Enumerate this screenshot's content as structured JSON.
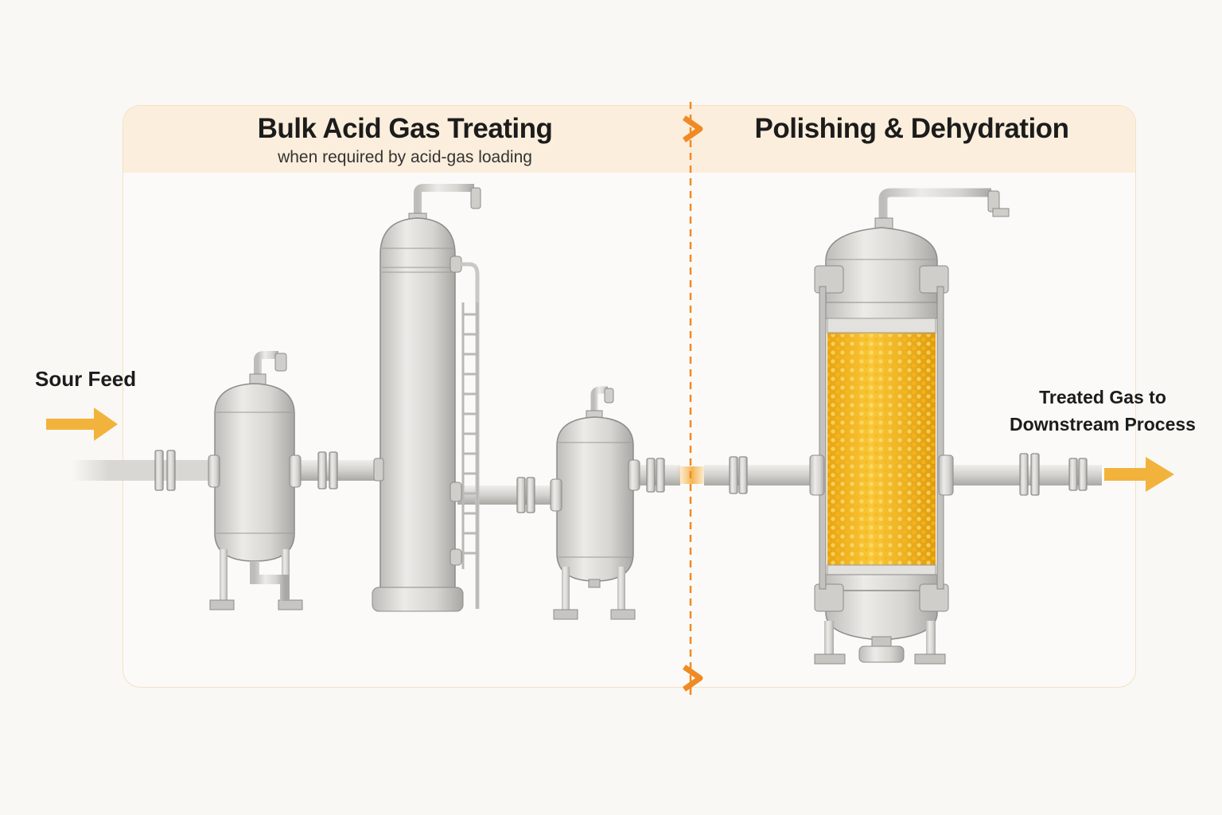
{
  "sections": {
    "bulk": {
      "title": "Bulk Acid Gas Treating",
      "subtitle": "when required by acid-gas loading"
    },
    "polishing": {
      "title": "Polishing & Dehydration"
    }
  },
  "streams": {
    "inlet": "Sour Feed",
    "outlet": "Treated Gas to Downstream Process"
  },
  "equipment": [
    {
      "icon": "inlet-separator-icon"
    },
    {
      "icon": "absorber-column-icon"
    },
    {
      "icon": "outlet-scrubber-icon"
    },
    {
      "icon": "adsorbent-bed-vessel-icon"
    }
  ],
  "colors": {
    "accent": "#f08a24",
    "arrow": "#f2b33d",
    "media": "#f4b51c",
    "header_bg": "#fbeedc",
    "steel": "#d8d7d3"
  }
}
